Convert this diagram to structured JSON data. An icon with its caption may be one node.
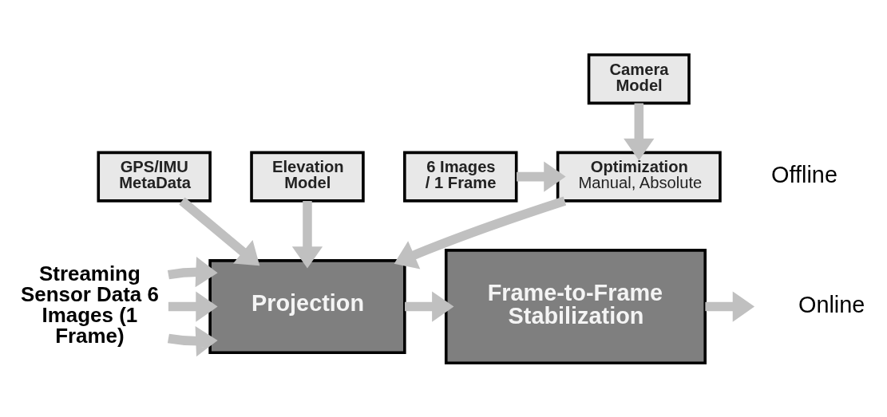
{
  "diagram": {
    "nodes": [
      {
        "text": [
          "Camera Model"
        ]
      },
      {
        "text": [
          "6 Images / 1 Frame"
        ]
      },
      {
        "text": [
          "Optimization",
          "Manual, Absolute"
        ]
      },
      {
        "text": [
          "GPS/IMU MetaData"
        ]
      },
      {
        "text": [
          "Elevation Model"
        ]
      },
      {
        "text": [
          "Streaming Sensor Data 6 Images (1 Frame)"
        ]
      },
      {
        "text": [
          "Projection"
        ]
      },
      {
        "text": [
          "Frame-to-Frame Stabilization"
        ]
      }
    ],
    "edges": [
      {
        "from": 0,
        "to": 2,
        "arrow": "to"
      },
      {
        "from": 1,
        "to": 2,
        "arrow": "to"
      },
      {
        "from": 2,
        "to": 6,
        "arrow": "to"
      },
      {
        "from": 3,
        "to": 6,
        "arrow": "to"
      },
      {
        "from": 4,
        "to": 6,
        "arrow": "to"
      },
      {
        "from": 5,
        "to": 6,
        "arrow": "to"
      },
      {
        "from": 5,
        "to": 6,
        "arrow": "to"
      },
      {
        "from": 5,
        "to": 6,
        "arrow": "to"
      },
      {
        "from": 6,
        "to": 7,
        "arrow": "to"
      },
      {
        "from": 7,
        "to": null,
        "arrow": "to"
      }
    ],
    "labels": [
      "Offline",
      "Online"
    ]
  }
}
